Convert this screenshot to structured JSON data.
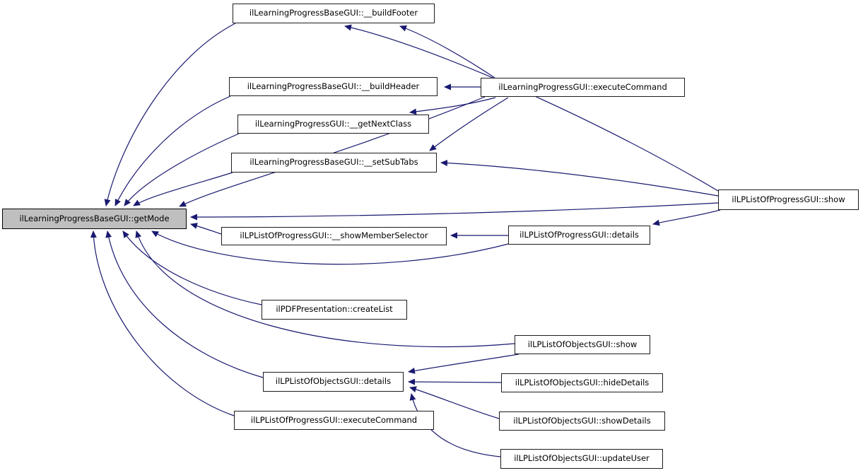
{
  "diagram": {
    "type": "call-graph",
    "colors": {
      "edge": "#191970",
      "node_fill": "#ffffff",
      "highlight_fill": "#bfbfbf",
      "border": "#1c1c1c",
      "text": "#000000"
    },
    "nodes": [
      {
        "id": "getMode",
        "label": "ilLearningProgressBaseGUI::getMode",
        "highlighted": true
      },
      {
        "id": "buildFooter",
        "label": "ilLearningProgressBaseGUI::__buildFooter",
        "highlighted": false
      },
      {
        "id": "buildHeader",
        "label": "ilLearningProgressBaseGUI::__buildHeader",
        "highlighted": false
      },
      {
        "id": "getNextClass",
        "label": "ilLearningProgressGUI::__getNextClass",
        "highlighted": false
      },
      {
        "id": "setSubTabs",
        "label": "ilLearningProgressBaseGUI::__setSubTabs",
        "highlighted": false
      },
      {
        "id": "executeCommand",
        "label": "ilLearningProgressGUI::executeCommand",
        "highlighted": false
      },
      {
        "id": "showProgress",
        "label": "ilLPListOfProgressGUI::show",
        "highlighted": false
      },
      {
        "id": "showMemberSelector",
        "label": "ilLPListOfProgressGUI::__showMemberSelector",
        "highlighted": false
      },
      {
        "id": "detailsProgress",
        "label": "ilLPListOfProgressGUI::details",
        "highlighted": false
      },
      {
        "id": "createList",
        "label": "ilPDFPresentation::createList",
        "highlighted": false
      },
      {
        "id": "detailsObjects",
        "label": "ilLPListOfObjectsGUI::details",
        "highlighted": false
      },
      {
        "id": "executeCommandProgress",
        "label": "ilLPListOfProgressGUI::executeCommand",
        "highlighted": false
      },
      {
        "id": "showObjects",
        "label": "ilLPListOfObjectsGUI::show",
        "highlighted": false
      },
      {
        "id": "hideDetails",
        "label": "ilLPListOfObjectsGUI::hideDetails",
        "highlighted": false
      },
      {
        "id": "showDetails",
        "label": "ilLPListOfObjectsGUI::showDetails",
        "highlighted": false
      },
      {
        "id": "updateUser",
        "label": "ilLPListOfObjectsGUI::updateUser",
        "highlighted": false
      }
    ],
    "edges": [
      {
        "from": "buildFooter",
        "to": "getMode"
      },
      {
        "from": "buildHeader",
        "to": "getMode"
      },
      {
        "from": "getNextClass",
        "to": "getMode"
      },
      {
        "from": "setSubTabs",
        "to": "getMode"
      },
      {
        "from": "executeCommand",
        "to": "getMode"
      },
      {
        "from": "executeCommand",
        "to": "buildFooter"
      },
      {
        "from": "showProgress",
        "to": "buildFooter"
      },
      {
        "from": "executeCommand",
        "to": "buildHeader"
      },
      {
        "from": "executeCommand",
        "to": "getNextClass"
      },
      {
        "from": "executeCommand",
        "to": "setSubTabs"
      },
      {
        "from": "showProgress",
        "to": "setSubTabs"
      },
      {
        "from": "showProgress",
        "to": "getMode"
      },
      {
        "from": "showProgress",
        "to": "detailsProgress"
      },
      {
        "from": "detailsProgress",
        "to": "showMemberSelector"
      },
      {
        "from": "detailsProgress",
        "to": "getMode"
      },
      {
        "from": "showMemberSelector",
        "to": "getMode"
      },
      {
        "from": "createList",
        "to": "getMode"
      },
      {
        "from": "detailsObjects",
        "to": "getMode"
      },
      {
        "from": "executeCommandProgress",
        "to": "getMode"
      },
      {
        "from": "showObjects",
        "to": "getMode"
      },
      {
        "from": "showObjects",
        "to": "detailsObjects"
      },
      {
        "from": "hideDetails",
        "to": "detailsObjects"
      },
      {
        "from": "showDetails",
        "to": "detailsObjects"
      },
      {
        "from": "updateUser",
        "to": "detailsObjects"
      }
    ]
  }
}
